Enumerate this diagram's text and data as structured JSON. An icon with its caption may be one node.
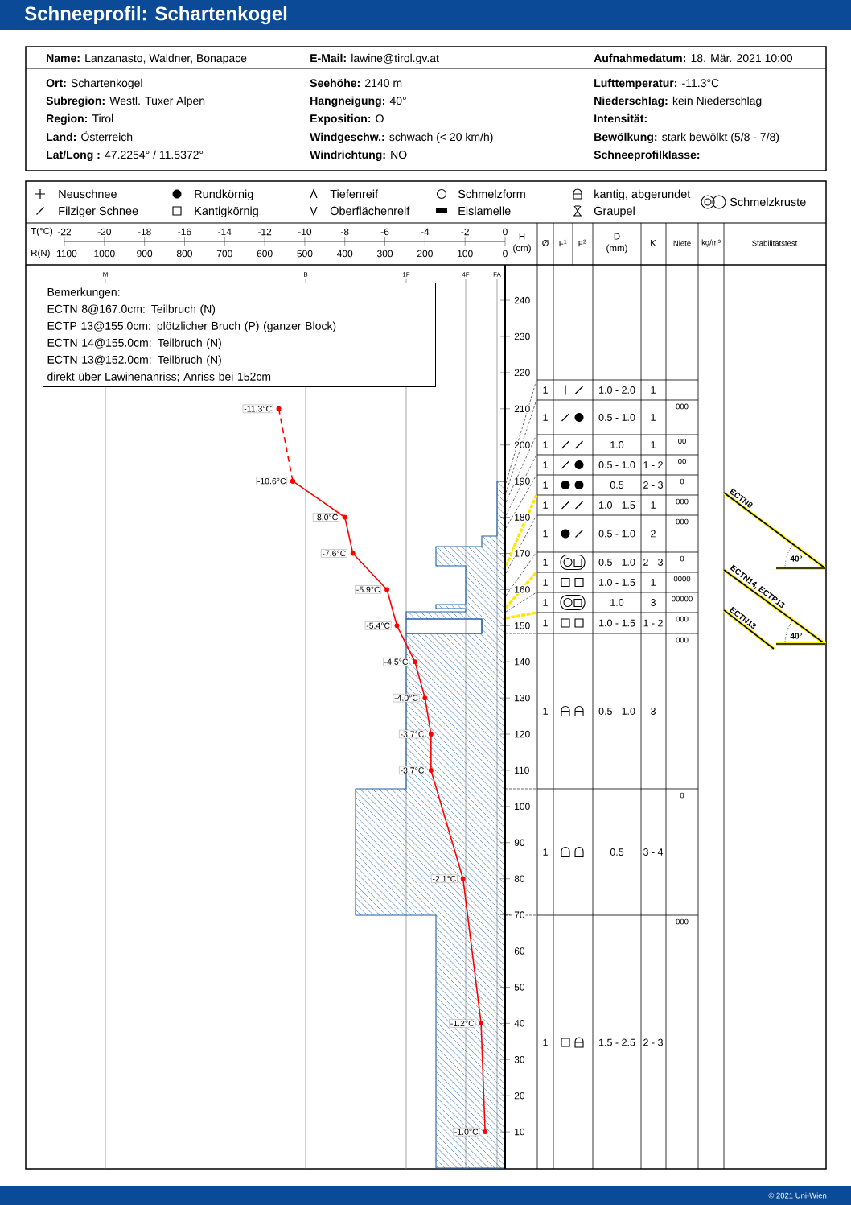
{
  "diagram": {
    "title": "Schneeprofil: Schartenkogel",
    "nodes": [
      {
        "text": [
          "Bemerkungen:",
          "ECTN 8@167.0cm: Teilbruch (N)",
          "ECTP 13@155.0cm: plötzlicher Bruch (P) (ganzer Block)",
          "ECTN 14@155.0cm: Teilbruch (N)",
          "ECTN 13@152.0cm: Teilbruch (N)",
          "direkt über Lawinenanriss; Anriss bei 152cm"
        ]
      }
    ],
    "labels": [
      "**Name:** Lanzanasto, Waldner, Bonapace",
      "**E-Mail:** lawine@tirol.gv.at",
      "**Aufnahmedatum:** 18. Mär. 2021 10:00",
      "**Ort:** Schartenkogel",
      "**Seehöhe:** 2140 m",
      "**Lufttemperatur:** -11.3°C",
      "**Subregion:** Westl. Tuxer Alpen",
      "**Hangneigung:** 40°",
      "**Niederschlag:** kein Niederschlag",
      "**Region:** Tirol",
      "**Exposition:** O",
      "Intensität:",
      "**Land:** Österreich",
      "**Windgeschw.:** schwach (< 20 km/h)",
      "**Bewölkung:** stark bewölkt (5/8 - 7/8)",
      "**Lat/Long :** 47.2254° / 11.5372°",
      "**Windrichtung:** NO",
      "Schneeprofilklasse:",
      "T(°C)",
      "R(N)",
      "1100",
      "1000",
      "900",
      "800",
      "700",
      "600",
      "500",
      "400",
      "300",
      "200",
      "100",
      "0",
      "H (cm)",
      "Ø",
      "F$^{1}$",
      "F$^{2}$",
      "D (mm)",
      "K",
      "Niete",
      "kg/m³",
      "Stabilitätstest",
      "M",
      "B",
      "1F",
      "4F",
      "FA",
      "1",
      "1.0 - 2.0",
      "1",
      "1",
      "0.5 - 1.0",
      "1",
      "000",
      "1",
      "1.0",
      "1",
      "00",
      "1",
      "0.5 - 1.0",
      "1 - 2",
      "00",
      "1",
      "0.5",
      "2 - 3",
      "0",
      "1",
      "1.0 - 1.5",
      "1",
      "000",
      "1",
      "0.5 - 1.0",
      "2",
      "000",
      "1",
      "0.5 - 1.0",
      "2 - 3",
      "0",
      "1",
      "1.0 - 1.5",
      "1",
      "0000",
      "1",
      "1.0",
      "3",
      "00000",
      "1",
      "1.0 - 1.5",
      "1 - 2",
      "000",
      "1",
      "0.5 - 1.0",
      "3",
      "000",
      "1",
      "0.5",
      "3 - 4",
      "0",
      "1",
      "1.5 - 2.5",
      "2 - 3",
      "000",
      "ECTN8",
      "40°",
      "ECTN14, ECTP13",
      "ECTN13",
      "40°",
      "© 2021 Uni-Wien"
    ],
    "legend": [
      {
        "text": "Neuschnee"
      },
      {
        "text": "Filziger Schnee"
      },
      {
        "text": "Rundkörnig"
      },
      {
        "text": "Kantigkörnig"
      },
      {
        "text": "Tiefenreif"
      },
      {
        "text": "Oberflächenreif"
      },
      {
        "text": "Schmelzform"
      },
      {
        "text": "Eislamelle"
      },
      {
        "text": "kantig, abgerundet"
      },
      {
        "text": "Graupel"
      },
      {
        "text": "Schmelzkruste"
      }
    ],
    "chart_data": {
      "type": "line",
      "orientation": "horizontal",
      "x": [
        210,
        190,
        180,
        170,
        160,
        150,
        140,
        130,
        120,
        110,
        80,
        40,
        10
      ],
      "series": [
        {
          "color": "#ff0000",
          "marker": "circle",
          "values": [
            -11.3,
            -10.6,
            -8.0,
            -7.6,
            -5.9,
            -5.4,
            -4.5,
            -4.0,
            -3.7,
            -3.7,
            -2.1,
            -1.2,
            -1.0
          ]
        }
      ],
      "xlim": [
        -22,
        0
      ],
      "ylim": [
        0,
        250
      ],
      "xticks": [
        {
          "value": -22,
          "label": "-22"
        },
        {
          "value": -20,
          "label": "-20"
        },
        {
          "value": -18,
          "label": "-18"
        },
        {
          "value": -16,
          "label": "-16"
        },
        {
          "value": -14,
          "label": "-14"
        },
        {
          "value": -12,
          "label": "-12"
        },
        {
          "value": -10,
          "label": "-10"
        },
        {
          "value": -8,
          "label": "-8"
        },
        {
          "value": -6,
          "label": "-6"
        },
        {
          "value": -4,
          "label": "-4"
        },
        {
          "value": -2,
          "label": "-2"
        },
        {
          "value": 0,
          "label": "0"
        }
      ],
      "yticks": [
        {
          "value": 240,
          "label": "240"
        },
        {
          "value": 230,
          "label": "230"
        },
        {
          "value": 220,
          "label": "220"
        },
        {
          "value": 210,
          "label": "210"
        },
        {
          "value": 200,
          "label": "200"
        },
        {
          "value": 190,
          "label": "190"
        },
        {
          "value": 180,
          "label": "180"
        },
        {
          "value": 170,
          "label": "170"
        },
        {
          "value": 160,
          "label": "160"
        },
        {
          "value": 150,
          "label": "150"
        },
        {
          "value": 140,
          "label": "140"
        },
        {
          "value": 130,
          "label": "130"
        },
        {
          "value": 120,
          "label": "120"
        },
        {
          "value": 110,
          "label": "110"
        },
        {
          "value": 100,
          "label": "100"
        },
        {
          "value": 90,
          "label": "90"
        },
        {
          "value": 80,
          "label": "80"
        },
        {
          "value": 70,
          "label": "70"
        },
        {
          "value": 60,
          "label": "60"
        },
        {
          "value": 50,
          "label": "50"
        },
        {
          "value": 40,
          "label": "40"
        },
        {
          "value": 30,
          "label": "30"
        },
        {
          "value": 20,
          "label": "20"
        },
        {
          "value": 10,
          "label": "10"
        }
      ],
      "value_labels": [
        "-11.3°C",
        "-10.6°C",
        "-8.0°C",
        "-7.6°C",
        "-5.9°C",
        "-5.4°C",
        "-4.5°C",
        "-4.0°C",
        "-3.7°C",
        "-3.7°C",
        "-2.1°C",
        "-1.2°C",
        "-1.0°C"
      ]
    }
  }
}
